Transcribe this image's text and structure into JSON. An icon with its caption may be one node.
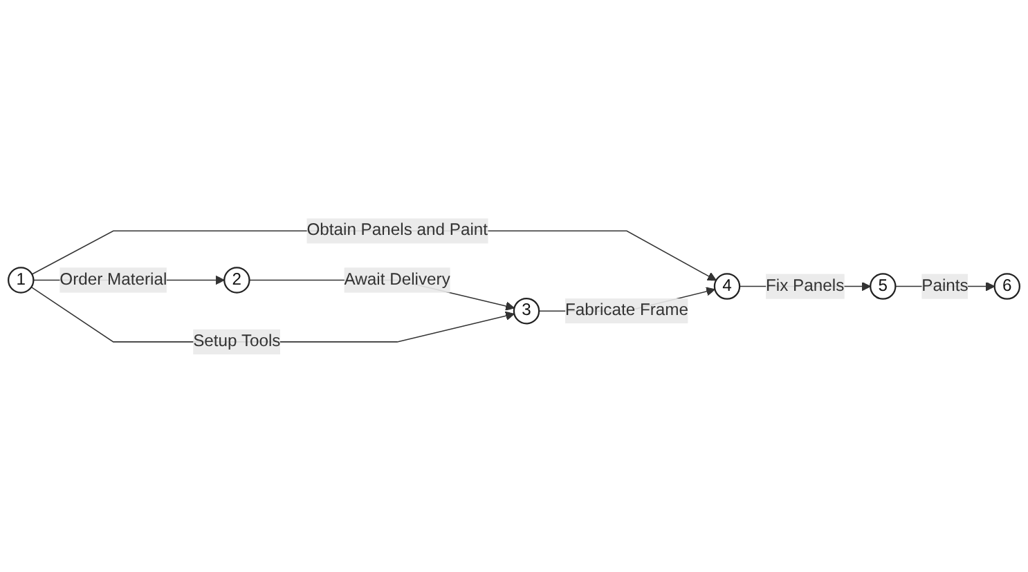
{
  "diagram": {
    "nodes": [
      {
        "text": [
          "1"
        ]
      },
      {
        "text": [
          "2"
        ]
      },
      {
        "text": [
          "3"
        ]
      },
      {
        "text": [
          "4"
        ]
      },
      {
        "text": [
          "5"
        ]
      },
      {
        "text": [
          "6"
        ]
      }
    ],
    "edges": [
      {
        "from": 0,
        "to": 1,
        "arrow": "to",
        "label": "Order Material"
      },
      {
        "from": 1,
        "to": 2,
        "arrow": "to",
        "label": "Await Delivery"
      },
      {
        "from": 0,
        "to": 2,
        "arrow": "to",
        "label": "Setup Tools"
      },
      {
        "from": 0,
        "to": 3,
        "arrow": "to",
        "label": "Obtain Panels and Paint"
      },
      {
        "from": 2,
        "to": 3,
        "arrow": "to",
        "label": "Fabricate Frame"
      },
      {
        "from": 3,
        "to": 4,
        "arrow": "to",
        "label": "Fix Panels"
      },
      {
        "from": 4,
        "to": 5,
        "arrow": "to",
        "label": "Paints"
      }
    ]
  }
}
